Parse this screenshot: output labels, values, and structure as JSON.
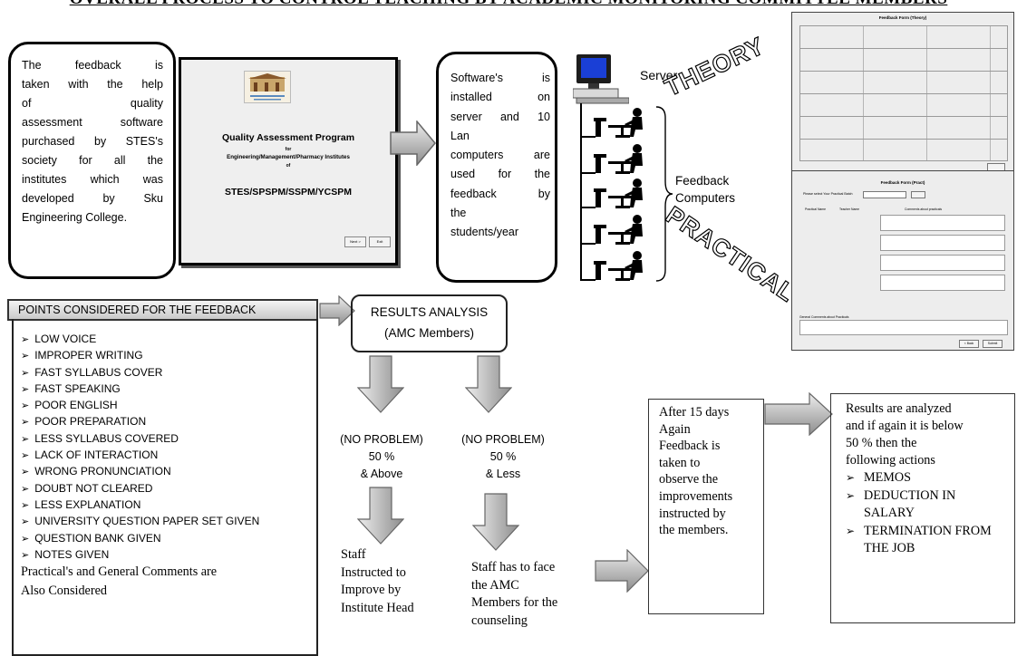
{
  "title": "OVERALL PROCESS TO CONTROL TEACHING BY ACADEMIC MONITORING COMMITTEE MEMBERS",
  "intro_lines": [
    "The feedback is",
    "taken with the help",
    "of quality",
    "assessment software",
    "purchased by STES's",
    "society for all the",
    "institutes which was",
    "developed by Sku",
    "Engineering College."
  ],
  "software_screen": {
    "title": "Quality Assessment Program",
    "for": "for",
    "subtitle": "Engineering/Management/Pharmacy Institutes",
    "of": "of",
    "institutes": "STES/SPSPM/SSPM/YCSPM",
    "next_button": "Next >",
    "exit_button": "Exit"
  },
  "software_info_lines": [
    "Software's is",
    "installed on",
    "server and 10",
    "Lan",
    "computers are",
    "used for the",
    "feedback by",
    "the",
    "students/year"
  ],
  "server_label": "Server",
  "feedback_computers_label": [
    "Feedback",
    "Computers"
  ],
  "theory_label": "THEORY",
  "practical_label": "PRACTICAL",
  "theory_screen_title": "Feedback Form (Theory)",
  "practical_screen": {
    "title": "Feedback Form (Pract)",
    "prompt": "Please select Your Practical Batch",
    "col_headers": [
      "Practical Name",
      "Teacher Name",
      "Comments about practicals"
    ],
    "general_comment": "General Comments about Practicals",
    "buttons": [
      "< Back",
      "Submit"
    ]
  },
  "points_header": "POINTS CONSIDERED FOR THE FEEDBACK",
  "points": [
    "LOW VOICE",
    "IMPROPER WRITING",
    "FAST SYLLABUS COVER",
    "FAST SPEAKING",
    "POOR ENGLISH",
    "POOR PREPARATION",
    "LESS SYLLABUS COVERED",
    "LACK OF INTERACTION",
    "WRONG PRONUNCIATION",
    "DOUBT NOT CLEARED",
    "LESS EXPLANATION",
    "UNIVERSITY QUESTION PAPER SET GIVEN",
    "QUESTION BANK GIVEN",
    "NOTES GIVEN"
  ],
  "points_extra": [
    "Practical's and General Comments are",
    "Also Considered"
  ],
  "results_analysis": [
    "RESULTS ANALYSIS",
    "(AMC Members)"
  ],
  "branch_left": [
    "(NO PROBLEM)",
    "50 %",
    "& Above"
  ],
  "branch_right": [
    "(NO PROBLEM)",
    "50 %",
    "& Less"
  ],
  "staff_left": [
    "Staff",
    "Instructed to",
    "Improve by",
    "Institute Head"
  ],
  "staff_right": [
    "Staff has to face",
    "the AMC",
    "Members for the",
    "counseling"
  ],
  "after_days": [
    "After 15 days",
    "Again",
    "Feedback is",
    "taken to",
    "observe the",
    "improvements",
    "instructed by",
    "the members."
  ],
  "final_results": {
    "intro": [
      "Results are analyzed",
      "and if again it is below",
      "50 % then the",
      "following actions"
    ],
    "actions": [
      "MEMOS",
      "DEDUCTION IN SALARY",
      "TERMINATION FROM THE JOB"
    ]
  }
}
